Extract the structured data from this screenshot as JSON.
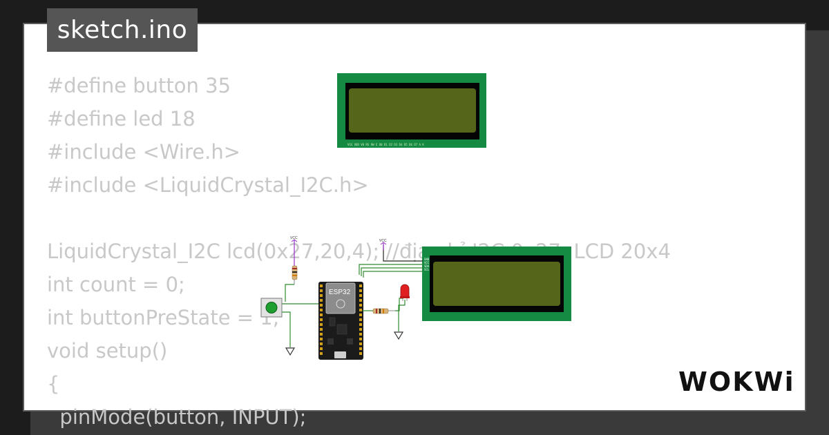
{
  "header": {
    "filename": "sketch.ino"
  },
  "code_lines": [
    "#define button 35",
    "#define led 18",
    "#include <Wire.h>",
    "#include <LiquidCrystal_I2C.h>",
    "",
    "LiquidCrystal_I2C lcd(0x27,20,4); //địa chỉ I2C 0x27, LCD 20x4",
    "int count = 0;",
    "int buttonPreState = 1;",
    "void setup()",
    "{",
    "  pinMode(button, INPUT);"
  ],
  "diagram": {
    "mcu_label": "ESP32",
    "vcc_label_1": "VCC",
    "vcc_label_2": "VCC",
    "lcd_top_pins": "VSS VDD V0 RS RW E D0 D1 D2 D3 D4 D5 D6 D7 A K",
    "i2c_pins": [
      "GND",
      "VCC",
      "SDA",
      "SCL"
    ]
  },
  "brand": {
    "logo_text": "WOKWi"
  },
  "colors": {
    "background": "#1c1c1c",
    "card": "#ffffff",
    "code_text": "#c8c8c8",
    "tag": "#555555",
    "lcd_board": "#148a42",
    "lcd_screen": "#55661a",
    "wire": "#2e8b2e"
  }
}
